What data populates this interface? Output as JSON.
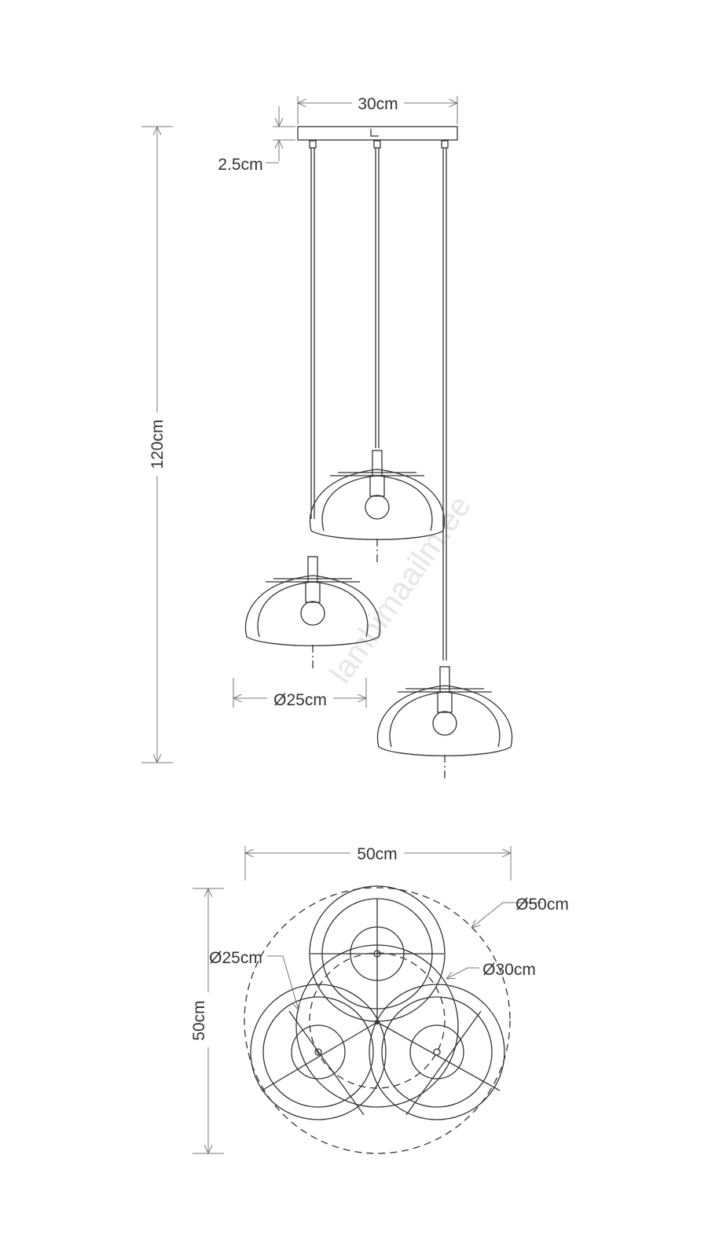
{
  "side_view": {
    "canopy_width": "30cm",
    "canopy_height": "2.5cm",
    "total_height": "120cm",
    "shade_diameter": "Ø25cm"
  },
  "top_view": {
    "width": "50cm",
    "depth": "50cm",
    "outer_diameter": "Ø50cm",
    "inner_diameter": "Ø30cm",
    "shade_diameter": "Ø25cm"
  },
  "watermark": "lambimaailm.ee"
}
